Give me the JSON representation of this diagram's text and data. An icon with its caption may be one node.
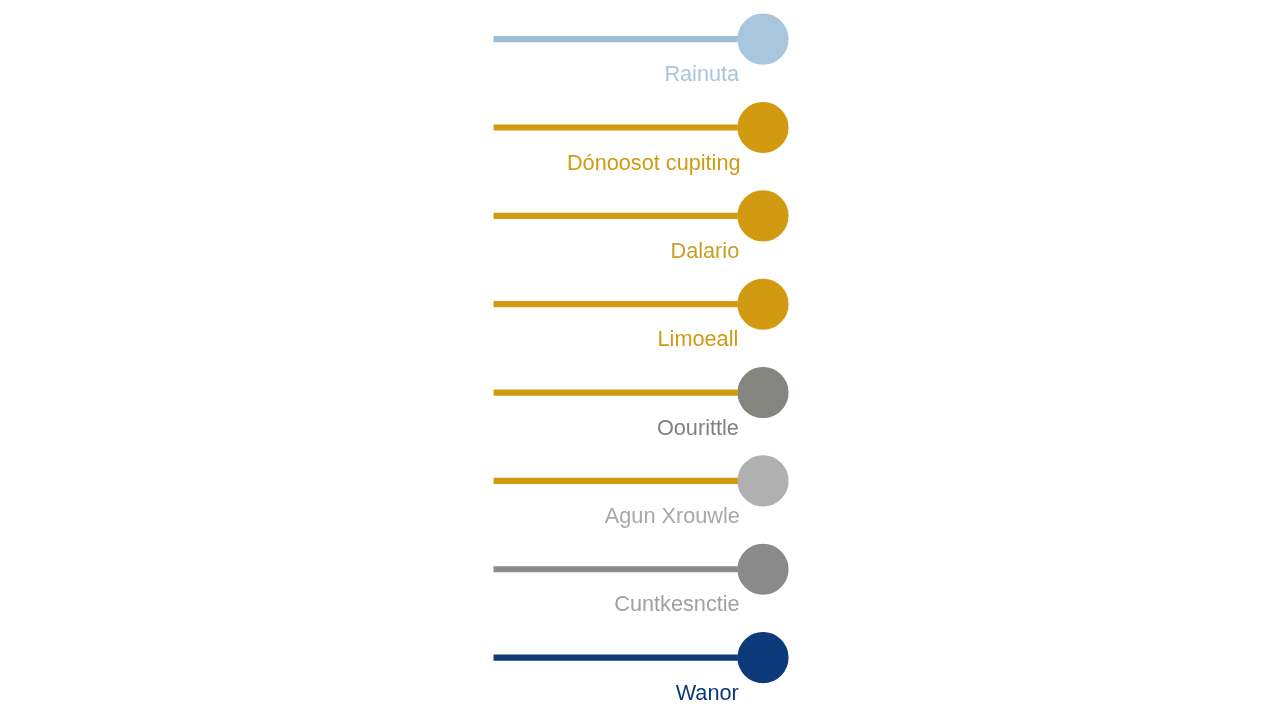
{
  "diagram": {
    "nodes": [
      {
        "text": [],
        "shape": "circle",
        "beside": [
          "Wanor"
        ]
      },
      {
        "text": [],
        "shape": "circle",
        "beside": [
          "Cuntkesnctie"
        ]
      },
      {
        "text": [],
        "shape": "circle",
        "beside": [
          "Agun Xrouwle"
        ]
      },
      {
        "text": [],
        "shape": "circle",
        "beside": [
          "Oourittle"
        ]
      },
      {
        "text": [],
        "shape": "circle",
        "beside": [
          "Limoeall"
        ]
      },
      {
        "text": [],
        "shape": "circle",
        "beside": [
          "Dalario"
        ]
      },
      {
        "text": [],
        "shape": "circle",
        "beside": [
          "Dónoosot cupiting"
        ]
      },
      {
        "text": [],
        "shape": "circle",
        "beside": [
          "Rainuta"
        ]
      }
    ],
    "edges": [
      {
        "from": null,
        "to": 0,
        "arrow": "none",
        "color": "#0d3a7a"
      },
      {
        "from": null,
        "to": 1,
        "arrow": "none",
        "color": "#8a8a8a"
      },
      {
        "from": null,
        "to": 2,
        "arrow": "none"
      },
      {
        "from": null,
        "to": 3,
        "arrow": "none"
      },
      {
        "from": null,
        "to": 4,
        "arrow": "none"
      },
      {
        "from": null,
        "to": 5,
        "arrow": "none"
      },
      {
        "from": null,
        "to": 6,
        "arrow": "none"
      },
      {
        "from": null,
        "to": 7,
        "arrow": "none",
        "color": "#9fbfd9"
      }
    ]
  }
}
